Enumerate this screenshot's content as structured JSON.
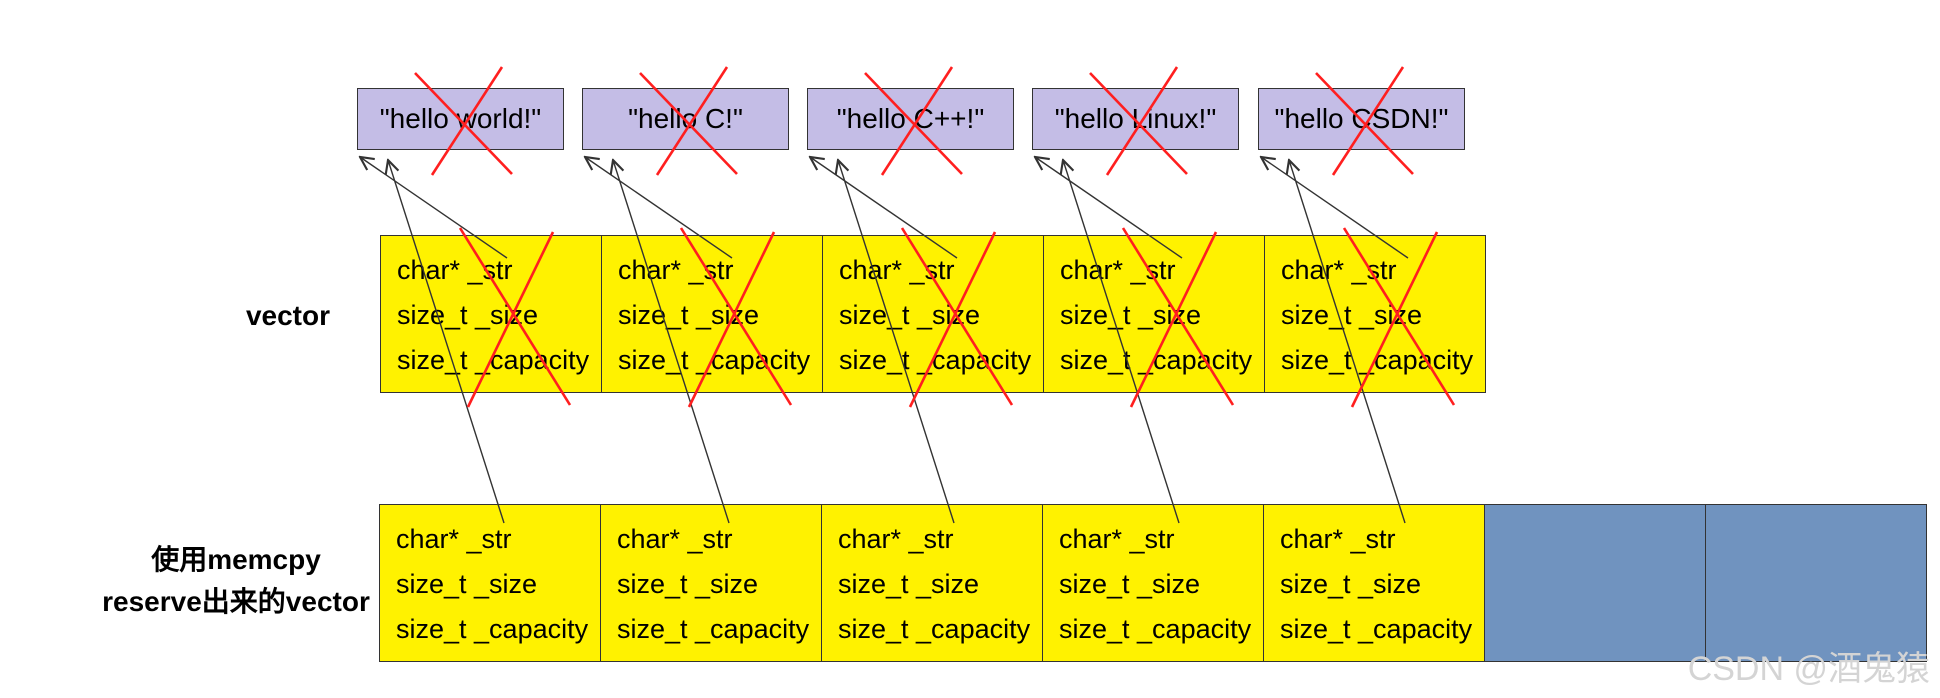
{
  "strings": [
    "\"hello world!\"",
    "\"hello C!\"",
    "\"hello C++!\"",
    "\"hello Linux!\"",
    "\"hello CSDN!\""
  ],
  "rows": [
    {
      "label": [
        "vector"
      ],
      "fields": [
        "char* _str",
        "size_t _size",
        "size_t _capacity"
      ],
      "filled_cells": 5,
      "empty_cells": 0
    },
    {
      "label": [
        "使用memcpy",
        "reserve出来的vector"
      ],
      "fields": [
        "char* _str",
        "size_t _size",
        "size_t _capacity"
      ],
      "filled_cells": 5,
      "empty_cells": 2
    }
  ],
  "watermark": "CSDN @酒鬼猿",
  "colors": {
    "string_box": "#c4bde6",
    "field_cell": "#fff200",
    "empty_cell": "#7093bf",
    "cross": "#ff1f1f",
    "arrow": "#333333"
  }
}
